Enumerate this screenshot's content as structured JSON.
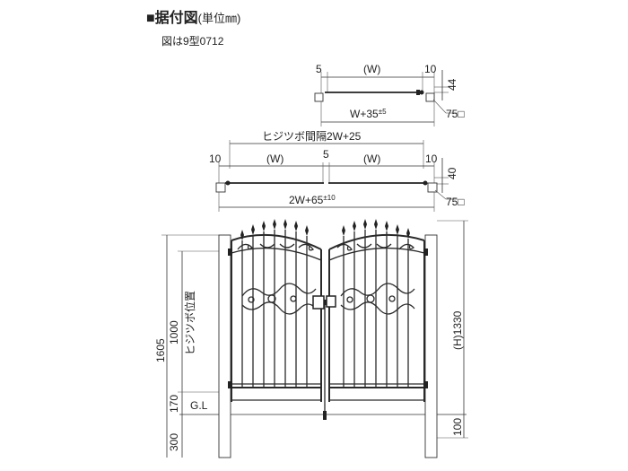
{
  "header": {
    "title": "■据付図",
    "unit": "(単位㎜)",
    "model_note": "図は9型0712"
  },
  "single_gate_plan": {
    "left_gap": "5",
    "opening": "(W)",
    "right_gap": "10",
    "depth": "44",
    "overall": "W+35",
    "overall_tolerance": "±5",
    "post_size": "75□"
  },
  "double_gate_plan": {
    "hinge_pitch": "ヒジツボ間隔2W+25",
    "left_gap": "10",
    "left_opening": "(W)",
    "center_gap": "5",
    "right_opening": "(W)",
    "right_gap": "10",
    "depth": "40",
    "overall": "2W+65",
    "overall_tolerance": "±10",
    "post_size": "75□"
  },
  "elevation": {
    "total_height": "1605",
    "hinge_height": "1000",
    "hinge_label": "ヒジツボ位置",
    "bottom_clearance": "170",
    "embed_depth": "300",
    "ground_line": "G.L",
    "gate_height": "(H)1330",
    "post_embed": "100"
  }
}
